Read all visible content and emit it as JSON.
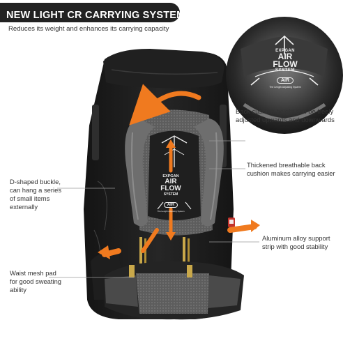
{
  "title": "NEW LIGHT CR CARRYING SYSTEM",
  "subtitle": "Reduces its weight and enhances its carrying capacity",
  "callouts": {
    "back_cushion_height": [
      "Back cushion height can be freely",
      "adjusted upwards and downwards"
    ],
    "breathable_back": [
      "Thickened breathable back",
      "cushion makes carrying easier"
    ],
    "d_buckle": [
      "D-shaped buckle,",
      "can hang a series",
      "of small items",
      "externally"
    ],
    "aluminum_strip": [
      "Aluminum alloy support",
      "strip with good stability"
    ],
    "waist_pad": [
      "Waist mesh pad",
      "for good sweating",
      "ability"
    ]
  },
  "back_panel_logo": {
    "brand": "EXPGAN",
    "line1": "AIR",
    "line2": "FLOW",
    "line3": "SYSTEM",
    "badge": "AIR",
    "tagline": "The Length Adjusting System"
  },
  "colors": {
    "arrow_orange": "#f07a1f",
    "pack_black": "#1b1b1b",
    "mesh_gray": "#6a6a6a",
    "title_bar": "#222222"
  }
}
